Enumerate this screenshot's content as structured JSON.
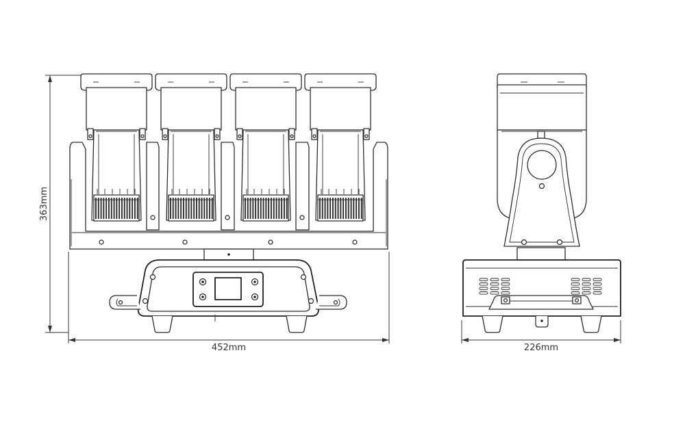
{
  "dimensions": {
    "height": "363mm",
    "width_front": "452mm",
    "width_side": "226mm"
  },
  "views": [
    {
      "name": "front-view",
      "heads": 4
    },
    {
      "name": "side-view",
      "heads": 1
    }
  ],
  "colors": {
    "line": "#2b2b2b",
    "background": "#ffffff"
  }
}
